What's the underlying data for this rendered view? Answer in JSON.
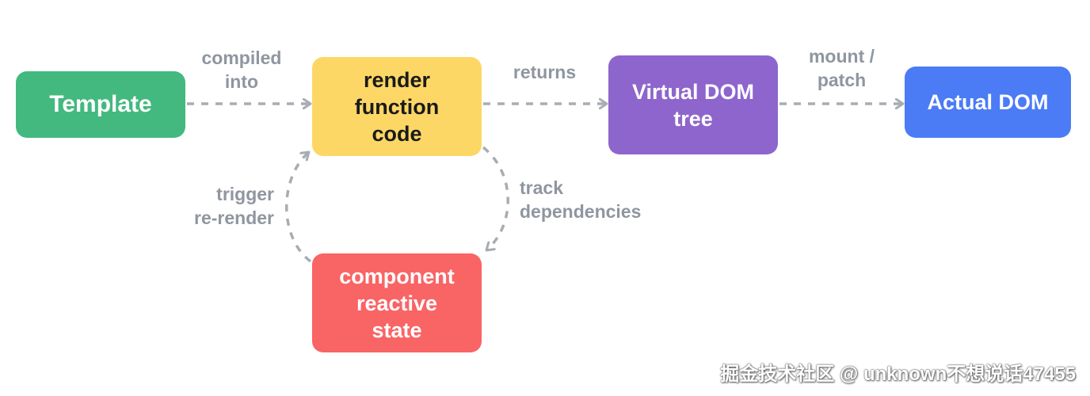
{
  "colors": {
    "template": "#43b97f",
    "render": "#fdd765",
    "vdom": "#8e65cc",
    "actual": "#4b7bf5",
    "state": "#f96465",
    "edge": "#a7adb3",
    "label": "#8f96a0"
  },
  "nodes": {
    "template": "Template",
    "render": "render\nfunction\ncode",
    "vdom": "Virtual DOM\ntree",
    "actual": "Actual DOM",
    "state": "component\nreactive\nstate"
  },
  "edges": {
    "compiled": "compiled\ninto",
    "returns": "returns",
    "mount": "mount /\npatch",
    "track": "track\ndependencies",
    "trigger": "trigger\nre-render"
  },
  "watermark": "掘金技术社区 @ unknown不想说话47455"
}
